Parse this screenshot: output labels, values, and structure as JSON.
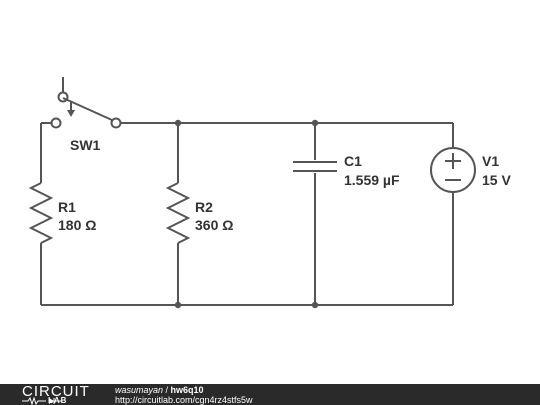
{
  "components": {
    "sw1": {
      "name": "SW1"
    },
    "r1": {
      "name": "R1",
      "value": "180 Ω"
    },
    "r2": {
      "name": "R2",
      "value": "360 Ω"
    },
    "c1": {
      "name": "C1",
      "value": "1.559 µF"
    },
    "v1": {
      "name": "V1",
      "value": "15 V"
    }
  },
  "footer": {
    "logo_top": "CIRCUIT",
    "logo_bottom": "LAB",
    "author": "wasumayan",
    "separator": " / ",
    "title": "hw6q10",
    "url": "http://circuitlab.com/cgn4rz4stfs5w"
  },
  "colors": {
    "wire": "#555555",
    "text": "#333333",
    "footer_bg": "#2a2a2a"
  }
}
